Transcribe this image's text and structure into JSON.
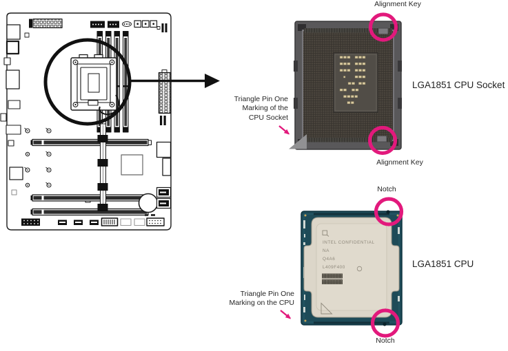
{
  "figure": {
    "socket_section": {
      "alignment_key_top": "Alignment Key",
      "alignment_key_bottom": "Alignment Key",
      "title": "LGA1851 CPU Socket",
      "pin_one_lines": [
        "Triangle Pin One",
        "Marking of the",
        "CPU Socket"
      ]
    },
    "cpu_section": {
      "notch_top": "Notch",
      "notch_bottom": "Notch",
      "title": "LGA1851 CPU",
      "pin_one_lines": [
        "Triangle Pin One",
        "Marking on the CPU"
      ],
      "ihs_markings": [
        "INTEL CONFIDENTIAL",
        "NA",
        "Q4A6",
        "L409F400"
      ]
    },
    "colors": {
      "highlight_pink": "#e2197c",
      "cpu_pcb_teal": "#1e4b58",
      "ihs_beige": "#dcd6c9",
      "socket_gray": "#59585a",
      "diagram_line": "#1a1a1a"
    }
  }
}
